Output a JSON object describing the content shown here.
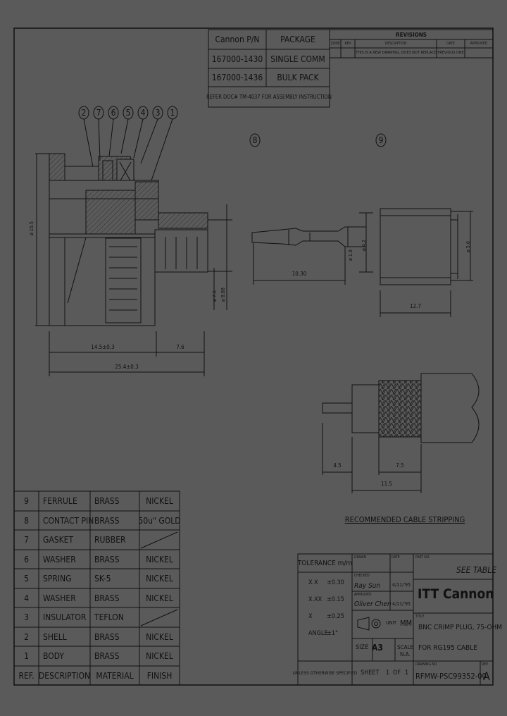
{
  "package_table": {
    "headers": [
      "Cannon P/N",
      "PACKAGE"
    ],
    "rows": [
      {
        "pn": "167000-1430",
        "package": "SINGLE COMM"
      },
      {
        "pn": "167000-1436",
        "package": "BULK PACK"
      }
    ],
    "note": "REFER DOC# TM-4037 FOR ASSEMBLY INSTRUCTION"
  },
  "revisions": {
    "title": "REVISIONS",
    "headers": [
      "ZONE",
      "REV",
      "DESCRIPTION",
      "DATE",
      "APPROVED"
    ],
    "note": "THIS IS A NEW DRAWING, DOES NOT REPLACE PREVIOUS ONE"
  },
  "balloons": [
    "2",
    "7",
    "6",
    "5",
    "4",
    "3",
    "1"
  ],
  "view_labels": [
    "8",
    "9"
  ],
  "dimensions": {
    "body_dia": "ø 15.5",
    "ferrule_dia1": "ø 7.5",
    "ferrule_dia2": "ø 8.88",
    "len_14": "14.5±0.3",
    "len_7": "7.6",
    "len_25": "25.4±0.3",
    "pin_len": "10.30",
    "pin_dia": "ø 1.8",
    "ferrule_inner": "ø 4.2",
    "ferrule_outer": "ø 5.6",
    "ferrule_len": "12.7",
    "strip_a": "4.5",
    "strip_b": "7.5",
    "strip_c": "11.5"
  },
  "strip_caption": "RECOMMENDED CABLE STRIPPING",
  "bom": {
    "headers": [
      "REF.",
      "DESCRIPTION",
      "MATERIAL",
      "FINISH"
    ],
    "rows": [
      {
        "ref": "9",
        "desc": "FERRULE",
        "mat": "BRASS",
        "fin": "NICKEL"
      },
      {
        "ref": "8",
        "desc": "CONTACT PIN",
        "mat": "BRASS",
        "fin": "50u\" GOLD"
      },
      {
        "ref": "7",
        "desc": "GASKET",
        "mat": "RUBBER",
        "fin": ""
      },
      {
        "ref": "6",
        "desc": "WASHER",
        "mat": "BRASS",
        "fin": "NICKEL"
      },
      {
        "ref": "5",
        "desc": "SPRING",
        "mat": "SK-5",
        "fin": "NICKEL"
      },
      {
        "ref": "4",
        "desc": "WASHER",
        "mat": "BRASS",
        "fin": "NICKEL"
      },
      {
        "ref": "3",
        "desc": "INSULATOR",
        "mat": "TEFLON",
        "fin": ""
      },
      {
        "ref": "2",
        "desc": "SHELL",
        "mat": "BRASS",
        "fin": "NICKEL"
      },
      {
        "ref": "1",
        "desc": "BODY",
        "mat": "BRASS",
        "fin": "NICKEL"
      }
    ]
  },
  "title_block": {
    "tolerance_title": "TOLERANCE m/m",
    "tolerances": [
      {
        "k": "X.X",
        "v": "±0.30"
      },
      {
        "k": "X.XX",
        "v": "±0.15"
      },
      {
        "k": "X",
        "v": "±0.25"
      },
      {
        "k": "ANGLE",
        "v": "±1°"
      }
    ],
    "unless": "UNLESS OTHERWISE SPECIFIED",
    "drawn_label": "DRAWN",
    "checked_label": "CHECKED",
    "approved_label": "APPROVED",
    "date_label": "DATE",
    "drawn_by": "Ray Sun",
    "drawn_date": "4/11/'95",
    "approved_by": "Oliver Chen",
    "approved_date": "4/11/'95",
    "unit_label": "UNIT",
    "unit": "MM",
    "size_label": "SIZE",
    "size": "A3",
    "scale_label": "SCALE",
    "scale": "N.A.",
    "sheet_label": "SHEET",
    "sheet_num": "1",
    "sheet_of": "OF",
    "sheet_total": "1",
    "part_no_label": "PART NO.",
    "part_no": "SEE TABLE",
    "company": "ITT Cannon",
    "title_label": "TITLE",
    "title_line1": "BNC CRIMP PLUG, 75-OHM",
    "title_line2": "FOR RG195 CABLE",
    "drawing_no_label": "DRAWING NO.",
    "drawing_no": "RFMW-PSC99352-00",
    "rev_label": "REV",
    "rev": "A"
  }
}
